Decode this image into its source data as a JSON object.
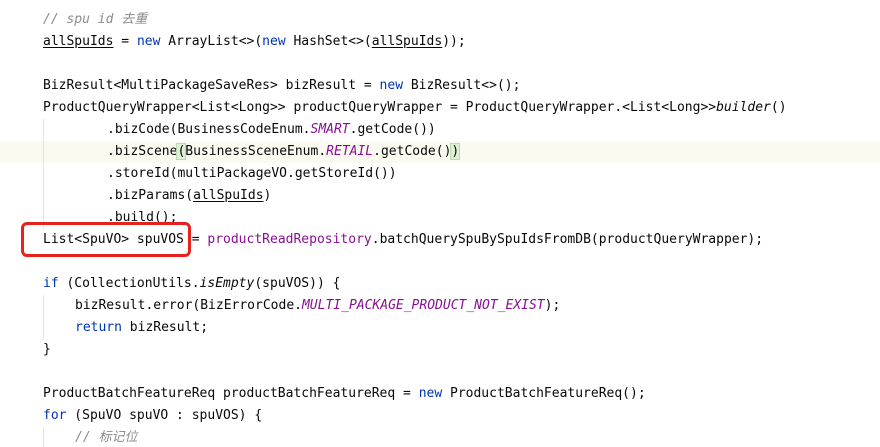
{
  "code": {
    "l1_comment": "// spu id 去重",
    "l2_a": "allSpuIds",
    "l2_b": " = ",
    "l2_kw": "new",
    "l2_c": " ArrayList<>(",
    "l2_kw2": "new",
    "l2_d": " HashSet<>(",
    "l2_e": "allSpuIds",
    "l2_f": "));",
    "l4_a": "BizResult<MultiPackageSaveRes> bizResult = ",
    "l4_kw": "new",
    "l4_b": " BizResult<>();",
    "l5_a": "ProductQueryWrapper<List<Long>> productQueryWrapper = ProductQueryWrapper.<List<Long>>",
    "l5_b": "builder",
    "l5_c": "()",
    "l6_a": ".bizCode(BusinessCodeEnum.",
    "l6_b": "SMART",
    "l6_c": ".getCode())",
    "l7_a": ".bizScene",
    "l7_b": "(",
    "l7_c": "BusinessSceneEnum.",
    "l7_d": "RETAIL",
    "l7_e": ".getCode()",
    "l7_f": ")",
    "l8": ".storeId(multiPackageVO.getStoreId())",
    "l9_a": ".bizParams(",
    "l9_b": "allSpuIds",
    "l9_c": ")",
    "l10": ".build();",
    "l11_a": "List<SpuVO> spuVOS = ",
    "l11_b": "productReadRepository",
    "l11_c": ".batchQuerySpuBySpuIdsFromDB(productQueryWrapper);",
    "l13_kw": "if",
    "l13_a": " (CollectionUtils.",
    "l13_b": "isEmpty",
    "l13_c": "(spuVOS)) {",
    "l14_a": "bizResult.error(BizErrorCode.",
    "l14_b": "MULTI_PACKAGE_PRODUCT_NOT_EXIST",
    "l14_c": ");",
    "l15_kw": "return",
    "l15_a": " bizResult;",
    "l16": "}",
    "l18_a": "ProductBatchFeatureReq productBatchFeatureReq = ",
    "l18_kw": "new",
    "l18_b": " ProductBatchFeatureReq();",
    "l19_kw": "for",
    "l19_a": " (SpuVO spuVO : spuVOS) {",
    "l20_comment": "// 标记位"
  },
  "colors": {
    "keyword": "#0033b3",
    "field": "#871094",
    "comment": "#8c8c8c",
    "annotation": "#e8201e",
    "current_line": "#fbfaf1",
    "brace_match": "#ddf0d5"
  }
}
